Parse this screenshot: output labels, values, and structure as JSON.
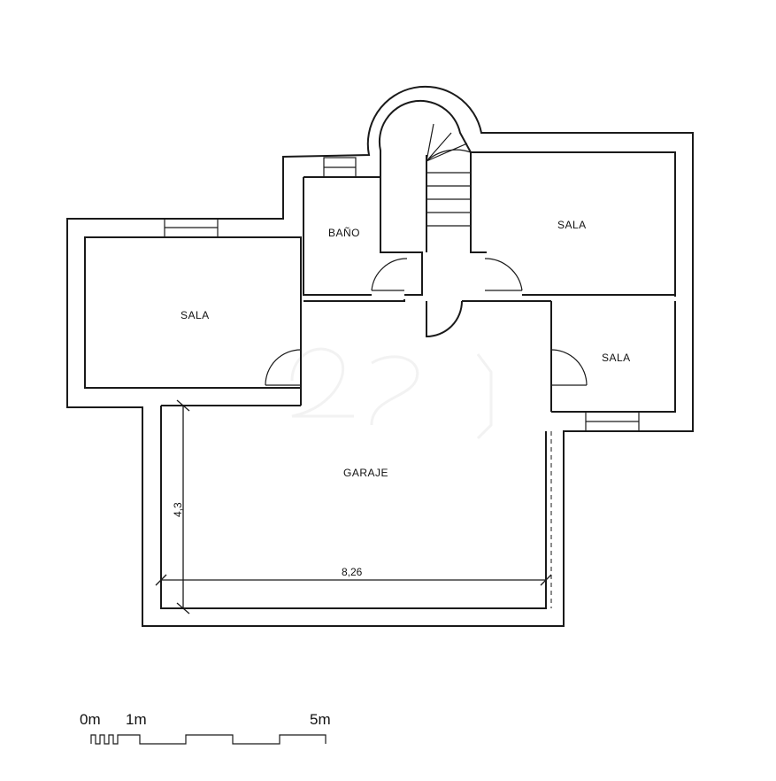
{
  "plan": {
    "rooms": {
      "bano": "BAÑO",
      "sala_left": "SALA",
      "sala_top_right": "SALA",
      "sala_mid_right": "SALA",
      "garaje": "GARAJE"
    },
    "dimensions": {
      "height": "4,3",
      "width": "8,26"
    }
  },
  "scale_bar": {
    "label_0": "0m",
    "label_1": "1m",
    "label_5": "5m"
  }
}
